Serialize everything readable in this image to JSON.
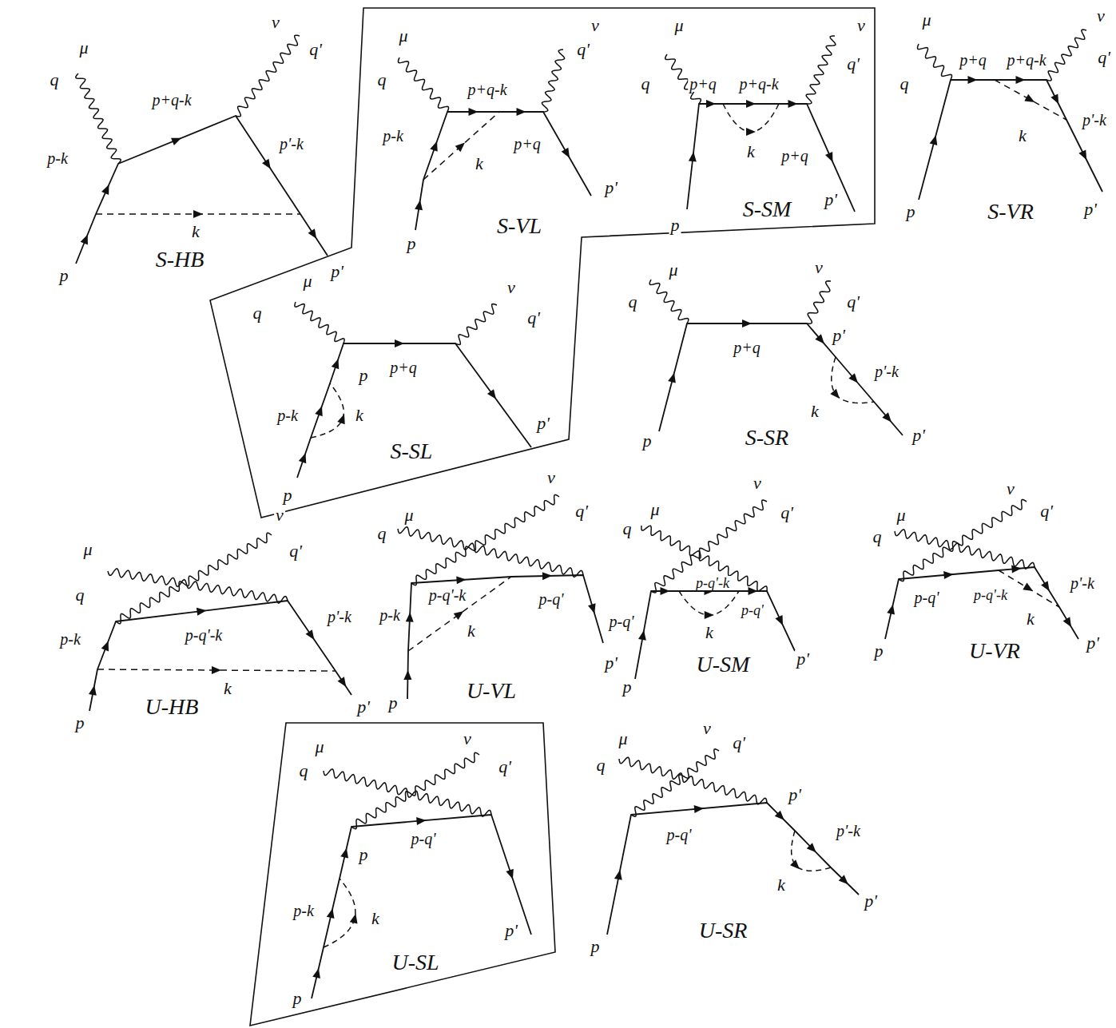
{
  "diagram": {
    "labels": [
      "μ",
      "q",
      "p+q-k",
      "ν",
      "q'",
      "p'-k",
      "p-k",
      "k",
      "p'",
      "p",
      "S-HB",
      "μ",
      "q",
      "p+q-k",
      "q'",
      "ν",
      "p-k",
      "p+q",
      "k",
      "p'",
      "p",
      "S-VL",
      "μ",
      "ν",
      "q",
      "p+q",
      "p+q-k",
      "q'",
      "k",
      "p+q",
      "p'",
      "p",
      "S-SM",
      "μ",
      "ν",
      "q",
      "p+q",
      "p+q-k",
      "q'",
      "p'-k",
      "k",
      "p",
      "p'",
      "S-VR",
      "μ",
      "ν",
      "q",
      "q'",
      "p",
      "p+q",
      "p-k",
      "k",
      "p'",
      "p",
      "S-SL",
      "μ",
      "ν",
      "q",
      "q'",
      "p'",
      "p+q",
      "p'-k",
      "k",
      "p'",
      "p",
      "S-SR",
      "μ",
      "q",
      "ν",
      "q'",
      "p-q'-k",
      "p'-k",
      "p-k",
      "k",
      "p'",
      "p",
      "U-HB",
      "q",
      "μ",
      "ν",
      "q'",
      "p-q'-k",
      "p-k",
      "p-q'",
      "k",
      "p'",
      "p",
      "U-VL",
      "q",
      "μ",
      "ν",
      "q'",
      "p-q'-k",
      "p-q'",
      "k",
      "p-q'",
      "p'",
      "p",
      "U-SM",
      "q",
      "μ",
      "ν",
      "q'",
      "p-q'",
      "p-q'-k",
      "p'-k",
      "k",
      "p'",
      "p",
      "U-VR",
      "μ",
      "q",
      "ν",
      "q'",
      "p",
      "p-q'",
      "p-k",
      "k",
      "p'",
      "p",
      "U-SL",
      "μ",
      "q",
      "ν",
      "q'",
      "p'",
      "p-q'",
      "p'-k",
      "k",
      "p'",
      "p",
      "U-SR"
    ]
  }
}
